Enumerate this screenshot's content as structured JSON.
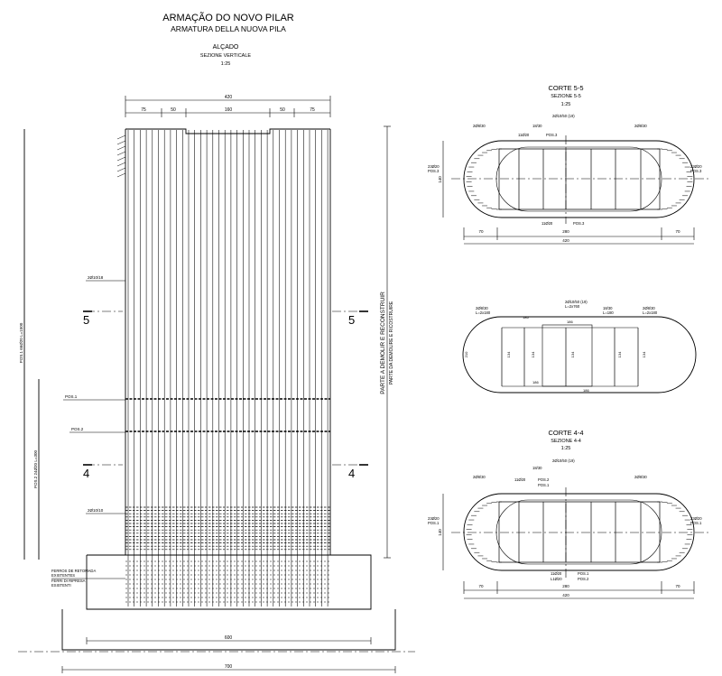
{
  "header": {
    "title_pt": "ARMAÇÃO DO NOVO PILAR",
    "title_it": "ARMATURA DELLA NUOVA PILA",
    "elevation_title": "ALÇADO",
    "elevation_subtitle": "SEZIONE VERTICALE",
    "elevation_scale": "1:25"
  },
  "elevation": {
    "dims_top": [
      "75",
      "50",
      "160",
      "50",
      "75"
    ],
    "overall_width": "420",
    "base_width": "600",
    "footing_width": "700",
    "section_marks": [
      "5",
      "5",
      "4",
      "4"
    ],
    "side_text_1": "PARTE A DEMOLIR E RECONSTRUIR",
    "side_text_2": "PARTE DA DEMOLIRE E RICOSTRUIRE",
    "labels": {
      "bars_upper": "2Ø10/18",
      "pos1": "POS.1",
      "pos2": "POS.2",
      "bars_lower": "2Ø10/10",
      "existing_1": "FERROS DE RETOMADA",
      "existing_2": "EXISTENTES",
      "existing_3": "FERRI DI RIPRESA",
      "existing_4": "ESISTENTI",
      "left_dim_1": "POS.1  66Ø20   L=1500",
      "left_dim_2": "POS.2  24Ø20   L=300"
    }
  },
  "section55": {
    "title": "CORTE 5-5",
    "subtitle": "SEZIONE 5-5",
    "scale": "1:25",
    "labels": {
      "l1": "2Ø10/50 (19)",
      "l2": "2Ø8/30",
      "l3": "2Ø8/30",
      "l4": "11Ø20",
      "l5": "POS.3",
      "l6": "18/30",
      "l7": "23Ø20",
      "l8": "POS.3",
      "l9": "23Ø20",
      "l10": "POS.3",
      "l11": "11Ø20",
      "l12": "POS.3",
      "dim_h": "140",
      "dim_b1": "70",
      "dim_b2": "280",
      "dim_b3": "70",
      "dim_total": "420"
    }
  },
  "sectionMid": {
    "labels": {
      "l1": "2Ø10/50 (19)",
      "l2": "L=2x760",
      "l3": "2Ø8/30",
      "l4": "L=2x180",
      "l5": "18/30",
      "l6": "L=180",
      "l7": "2Ø8/30",
      "l8": "L=2x180",
      "d1": "186",
      "d2": "186",
      "d3": "186",
      "d4": "186",
      "v1": "134",
      "v2": "134",
      "v3": "134",
      "v4": "134",
      "v5": "134",
      "h1": "210"
    }
  },
  "section44": {
    "title": "CORTE 4-4",
    "subtitle": "SEZIONE 4-4",
    "scale": "1:25",
    "labels": {
      "l1": "2Ø10/50 (19)",
      "l2": "2Ø8/30",
      "l3": "2Ø8/30",
      "l4": "18/30",
      "l5": "11Ø20",
      "l6": "POS.2",
      "l7": "POS.1",
      "l8": "23Ø20",
      "l9": "POS.1",
      "l10": "23Ø20",
      "l11": "POS.1",
      "l12": "11Ø20",
      "l13": "POS.1",
      "l14": "L1Ø20",
      "l15": "POS.2",
      "dim_h": "140",
      "dim_b1": "70",
      "dim_b2": "280",
      "dim_b3": "70",
      "dim_total": "420"
    }
  }
}
